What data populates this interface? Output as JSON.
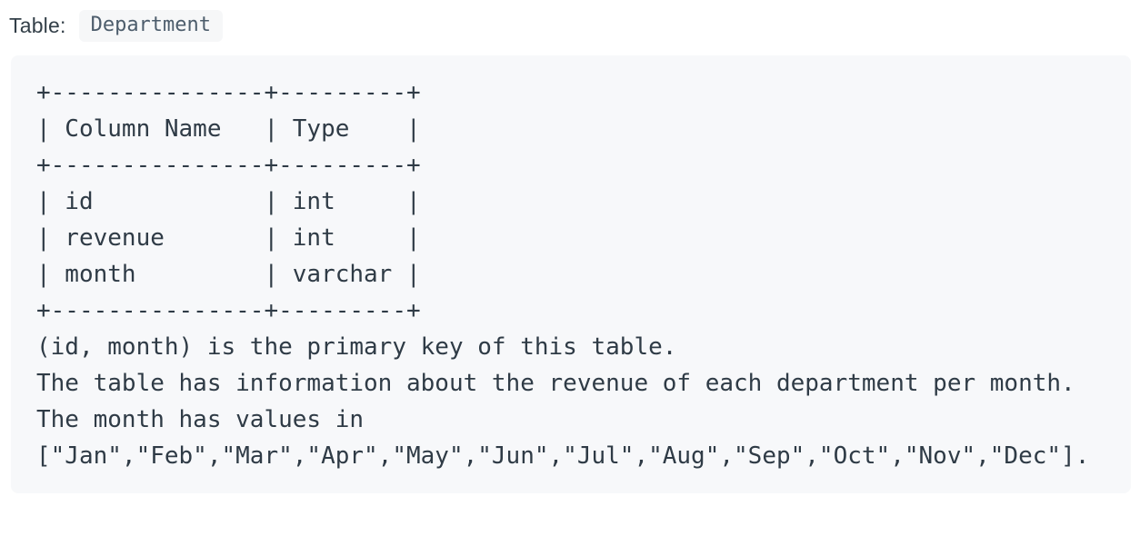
{
  "header": {
    "label": "Table:",
    "table_name": "Department"
  },
  "code_block": {
    "lines": [
      "+---------------+---------+",
      "| Column Name   | Type    |",
      "+---------------+---------+",
      "| id            | int     |",
      "| revenue       | int     |",
      "| month         | varchar |",
      "+---------------+---------+",
      "(id, month) is the primary key of this table.",
      "The table has information about the revenue of each department per month.",
      "The month has values in",
      "[\"Jan\",\"Feb\",\"Mar\",\"Apr\",\"May\",\"Jun\",\"Jul\",\"Aug\",\"Sep\",\"Oct\",\"Nov\",\"Dec\"]."
    ]
  },
  "table_schema": {
    "title": "Department",
    "columns": [
      "Column Name",
      "Type"
    ],
    "rows": [
      [
        "id",
        "int"
      ],
      [
        "revenue",
        "int"
      ],
      [
        "month",
        "varchar"
      ]
    ],
    "primary_key": "(id, month)",
    "month_values": [
      "Jan",
      "Feb",
      "Mar",
      "Apr",
      "May",
      "Jun",
      "Jul",
      "Aug",
      "Sep",
      "Oct",
      "Nov",
      "Dec"
    ]
  },
  "colors": {
    "page_background": "#ffffff",
    "header_text": "#333f48",
    "badge_background": "#f6f7f8",
    "badge_text": "#4d5d6c",
    "code_block_background": "#f7f8fa",
    "code_text": "#2f3b46"
  }
}
